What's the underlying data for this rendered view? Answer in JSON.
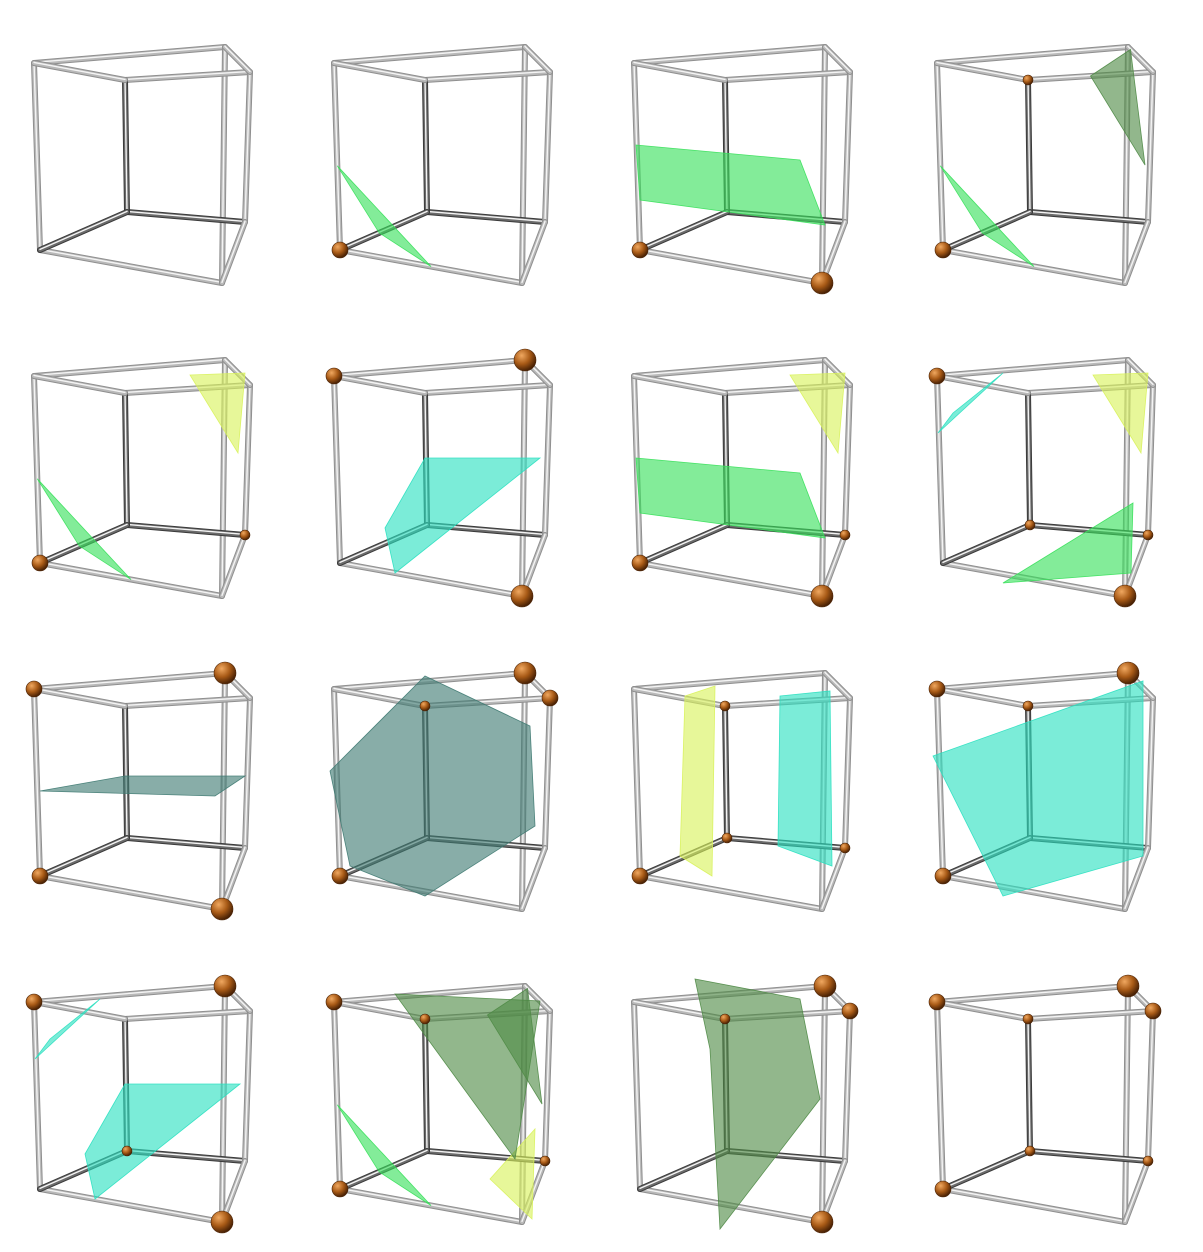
{
  "figure": {
    "colors": {
      "frame": "#b9b9b9",
      "frame_highlight": "#f4f4f4",
      "frame_dark": "#3a3a3a",
      "vertex": "#a85a16",
      "vertex_highlight": "#f0a860",
      "vertex_dark": "#4a2205",
      "surface_green": "#37e05a",
      "surface_teal": "#2ae0c0",
      "surface_olive": "#4f8a46",
      "surface_lime": "#d8f25a",
      "surface_slate": "#3f7a72"
    },
    "cases": [
      {
        "id": 0,
        "vertices": [],
        "surfaces": []
      },
      {
        "id": 1,
        "vertices": [
          0
        ],
        "surfaces": [
          "corner-0"
        ]
      },
      {
        "id": 2,
        "vertices": [
          0,
          1
        ],
        "surfaces": [
          "slab-01"
        ]
      },
      {
        "id": 3,
        "vertices": [
          0,
          6
        ],
        "surfaces": [
          "corner-0",
          "corner-6"
        ]
      },
      {
        "id": 4,
        "vertices": [
          0,
          5
        ],
        "surfaces": [
          "corner-0",
          "corner-5"
        ]
      },
      {
        "id": 5,
        "vertices": [
          1,
          2,
          3
        ],
        "surfaces": [
          "fan-123"
        ]
      },
      {
        "id": 6,
        "vertices": [
          0,
          1,
          5
        ],
        "surfaces": [
          "slab-01",
          "corner-5"
        ]
      },
      {
        "id": 7,
        "vertices": [
          4,
          1,
          5,
          2
        ],
        "surfaces": [
          "corner-4",
          "corner-5",
          "corner-12"
        ]
      },
      {
        "id": 8,
        "vertices": [
          0,
          1,
          2,
          3
        ],
        "surfaces": [
          "mid-plane"
        ]
      },
      {
        "id": 9,
        "vertices": [
          0,
          3,
          7,
          6
        ],
        "surfaces": [
          "hexagon"
        ]
      },
      {
        "id": 10,
        "vertices": [
          0,
          4,
          5,
          6
        ],
        "surfaces": [
          "slab-04",
          "slab-56"
        ]
      },
      {
        "id": 11,
        "vertices": [
          0,
          2,
          3,
          6
        ],
        "surfaces": [
          "twisted"
        ]
      },
      {
        "id": 12,
        "vertices": [
          4,
          1,
          2,
          3
        ],
        "surfaces": [
          "corner-4",
          "fan-123"
        ]
      },
      {
        "id": 13,
        "vertices": [
          0,
          6,
          5,
          2
        ],
        "surfaces": [
          "corner-0",
          "corner-6",
          "corner-5b",
          "corner-7"
        ]
      },
      {
        "id": 14,
        "vertices": [
          1,
          3,
          7,
          6
        ],
        "surfaces": [
          "fan-3"
        ]
      },
      {
        "id": 15,
        "vertices": [
          0,
          4,
          6,
          5,
          3,
          7,
          2
        ],
        "surfaces": []
      }
    ]
  }
}
